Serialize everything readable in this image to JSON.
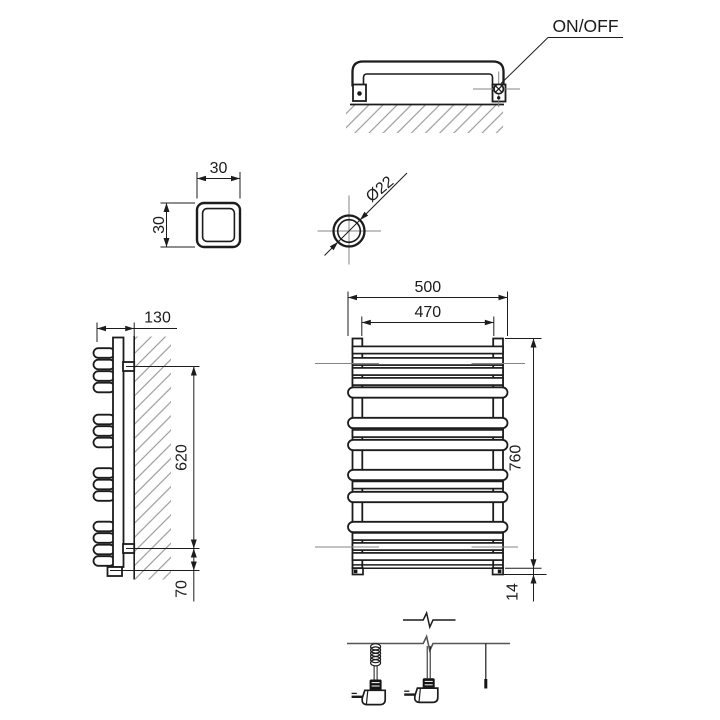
{
  "labels": {
    "on_off": "ON/OFF",
    "profile_width_mm": "30",
    "profile_height_mm": "30",
    "tube_diameter": "Ø22",
    "depth_mm": "130",
    "mount_span_mm": "620",
    "bottom_clearance_mm": "70",
    "overall_width_mm": "500",
    "inner_width_mm": "470",
    "overall_height_mm": "760",
    "foot_height_mm": "14"
  },
  "colors": {
    "background": "#ffffff",
    "line": "#1c1c1c",
    "hatch": "#9c9c9c",
    "centerline": "#858585",
    "cable_line": "#555555"
  }
}
